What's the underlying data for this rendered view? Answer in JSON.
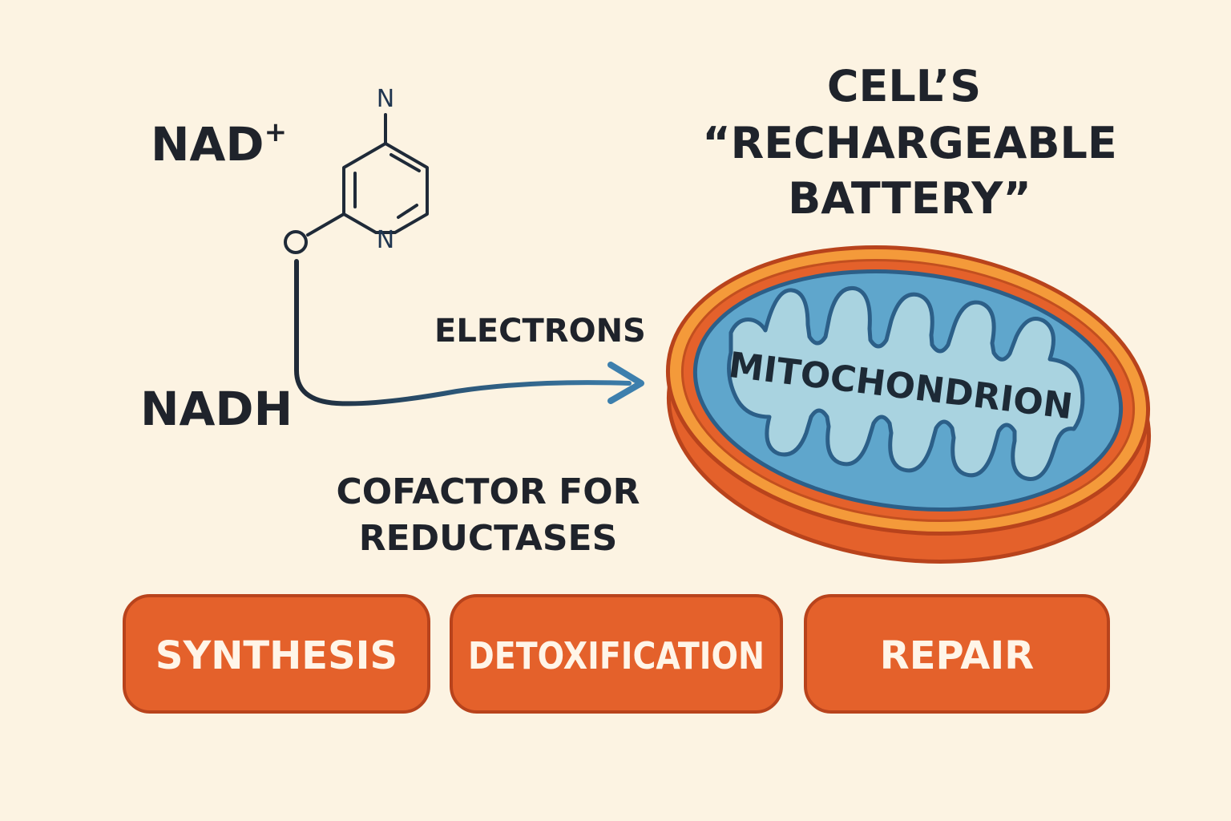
{
  "labels": {
    "nad_plus": "NAD",
    "nad_plus_charge": "+",
    "nadh": "NADH",
    "electrons": "ELECTRONS",
    "cofactor_line1": "COFACTOR FOR",
    "cofactor_line2": "REDUCTASES"
  },
  "molecule": {
    "atom_top": "N",
    "atom_ring": "N",
    "atom_link": "O"
  },
  "title": {
    "line1": "CELL’S",
    "line2": "“RECHARGEABLE",
    "line3": "BATTERY”"
  },
  "mitochondrion": {
    "label": "MITOCHONDRION"
  },
  "roles": [
    {
      "label": "SYNTHESIS"
    },
    {
      "label": "DETOXIFICATION"
    },
    {
      "label": "REPAIR"
    }
  ],
  "colors": {
    "background": "#fcf3e2",
    "text": "#1f232b",
    "accent_orange": "#e4612b",
    "orange_dark": "#b8431c",
    "orange_light": "#f49a3a",
    "matrix_blue": "#5fa6cc",
    "cristae_blue": "#a9d3e0",
    "arrow_blue": "#3d7fad",
    "arrow_dark": "#1f2a38"
  }
}
